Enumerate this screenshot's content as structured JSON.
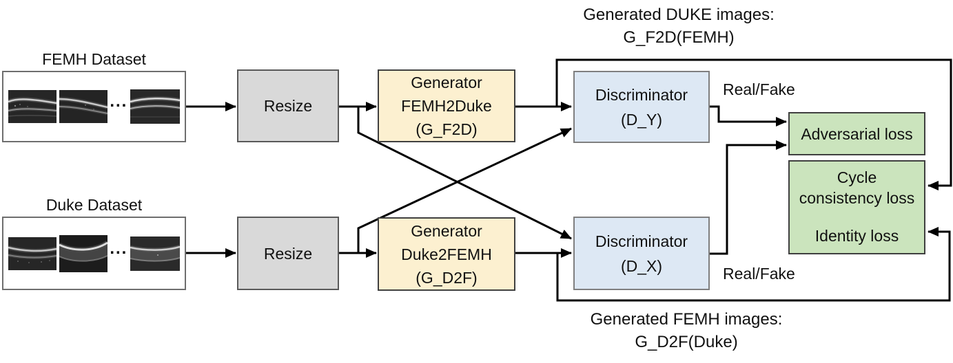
{
  "diagram": {
    "datasets": [
      {
        "label": "FEMH Dataset",
        "ellipsis": "..."
      },
      {
        "label": "Duke Dataset",
        "ellipsis": "..."
      }
    ],
    "resize": [
      {
        "label": "Resize"
      },
      {
        "label": "Resize"
      }
    ],
    "generators": [
      {
        "lines": [
          "Generator",
          "FEMH2Duke",
          "(G_F2D)"
        ]
      },
      {
        "lines": [
          "Generator",
          "Duke2FEMH",
          "(G_D2F)"
        ]
      }
    ],
    "discriminators": [
      {
        "lines": [
          "Discriminator",
          "(D_Y)"
        ]
      },
      {
        "lines": [
          "Discriminator",
          "(D_X)"
        ]
      }
    ],
    "losses": {
      "adversarial": "Adversarial loss",
      "cycle": [
        "Cycle",
        "consistency loss"
      ],
      "identity": "Identity loss"
    },
    "annotations": {
      "generated_duke": [
        "Generated DUKE images:",
        "G_F2D(FEMH)"
      ],
      "generated_femh": [
        "Generated FEMH images:",
        "G_D2F(Duke)"
      ],
      "real_fake_top": "Real/Fake",
      "real_fake_bottom": "Real/Fake"
    },
    "colors": {
      "resize_fill": "#d9d9d9",
      "generator_fill": "#fcf0d0",
      "discriminator_fill": "#dde8f4",
      "loss_fill": "#cbe4bd",
      "connector": "#000000"
    }
  }
}
